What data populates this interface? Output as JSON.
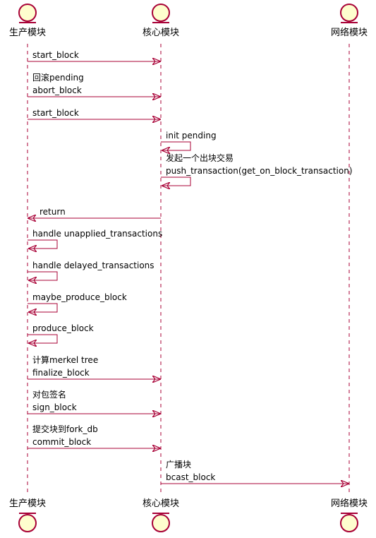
{
  "participants": [
    {
      "id": "producer",
      "name": "生产模块"
    },
    {
      "id": "core",
      "name": "核心模块"
    },
    {
      "id": "network",
      "name": "网络模块"
    }
  ],
  "messages": [
    {
      "from": "producer",
      "to": "core",
      "lines": [
        "start_block"
      ]
    },
    {
      "from": "producer",
      "to": "core",
      "lines": [
        "回滚pending",
        "abort_block"
      ]
    },
    {
      "from": "producer",
      "to": "core",
      "lines": [
        "start_block"
      ]
    },
    {
      "from": "core",
      "to": "core",
      "lines": [
        "init pending"
      ]
    },
    {
      "from": "core",
      "to": "core",
      "lines": [
        "发起一个出块交易",
        "push_transaction(get_on_block_transaction)"
      ]
    },
    {
      "from": "core",
      "to": "producer",
      "lines": [
        "return"
      ]
    },
    {
      "from": "producer",
      "to": "producer",
      "lines": [
        "handle unapplied_transactions"
      ]
    },
    {
      "from": "producer",
      "to": "producer",
      "lines": [
        "handle delayed_transactions"
      ]
    },
    {
      "from": "producer",
      "to": "producer",
      "lines": [
        "maybe_produce_block"
      ]
    },
    {
      "from": "producer",
      "to": "producer",
      "lines": [
        "produce_block"
      ]
    },
    {
      "from": "producer",
      "to": "core",
      "lines": [
        "计算merkel tree",
        "finalize_block"
      ]
    },
    {
      "from": "producer",
      "to": "core",
      "lines": [
        "对包签名",
        "sign_block"
      ]
    },
    {
      "from": "producer",
      "to": "core",
      "lines": [
        "提交块到fork_db",
        "commit_block"
      ]
    },
    {
      "from": "core",
      "to": "network",
      "lines": [
        "广播块",
        "bcast_block"
      ]
    }
  ],
  "colors": {
    "line": "#A80036",
    "entity_fill": "#FEFECE",
    "text": "#000000"
  }
}
